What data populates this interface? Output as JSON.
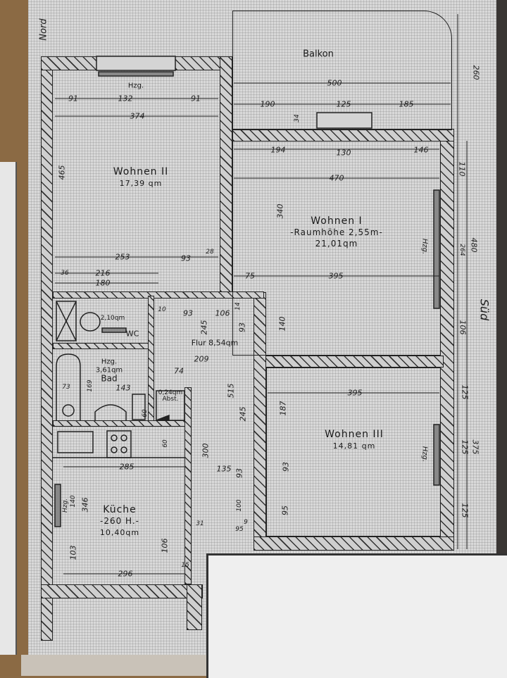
{
  "orientation": {
    "north": "Nord",
    "south": "Süd"
  },
  "rooms": {
    "balkon": "Balkon",
    "wohnen2": {
      "name": "Wohnen II",
      "area": "17,39 qm"
    },
    "wohnen1": {
      "name": "Wohnen I",
      "height": "-Raumhöhe 2,55m-",
      "area": "21,01qm"
    },
    "wohnen3": {
      "name": "Wohnen III",
      "area": "14,81 qm"
    },
    "kueche": {
      "name": "Küche",
      "height": "-260 H.-",
      "area": "10,40qm"
    },
    "flur": "Flur 8,54qm",
    "bad": {
      "name": "Bad",
      "area": "3,61qm"
    },
    "wc": {
      "name": "WC",
      "area": "2,10qm"
    },
    "abst": {
      "name": "Abst.",
      "area": "0,24qm"
    }
  },
  "heater_label": "Hzg.",
  "dimensions": [
    "91",
    "132",
    "91",
    "374",
    "465",
    "253",
    "93",
    "28",
    "36",
    "216",
    "180",
    "500",
    "190",
    "125",
    "185",
    "34",
    "194",
    "130",
    "146",
    "470",
    "340",
    "75",
    "395",
    "140",
    "260",
    "110",
    "264",
    "480",
    "106",
    "125",
    "125",
    "375",
    "125",
    "10",
    "93",
    "106",
    "14",
    "245",
    "93",
    "209",
    "74",
    "515",
    "245",
    "300",
    "135",
    "93",
    "100",
    "95",
    "9",
    "31",
    "73",
    "169",
    "143",
    "60",
    "395",
    "187",
    "93",
    "95",
    "285",
    "60",
    "140",
    "346",
    "103",
    "106",
    "296",
    "15"
  ]
}
